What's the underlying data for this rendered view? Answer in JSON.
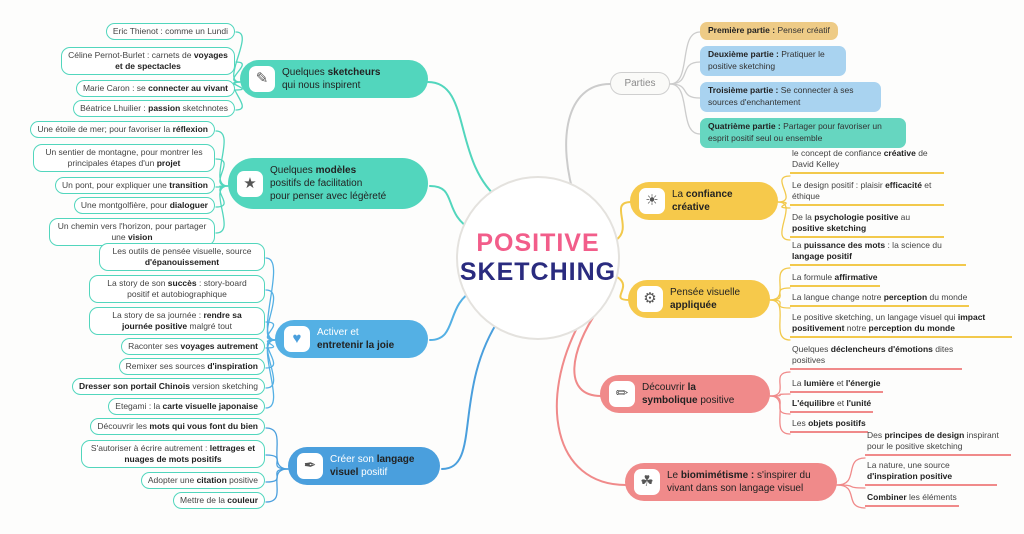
{
  "title": {
    "line1": "POSITIVE",
    "line2": "SKETCHING"
  },
  "colors": {
    "teal": "#52d6bd",
    "blue": "#54b0e4",
    "blue_dark": "#4a9fdd",
    "yellow": "#f6c94b",
    "salmon": "#f08a8a",
    "center_pink": "#f25d8a",
    "center_navy": "#2a2b7f",
    "parties_tan": "#eecb86",
    "parties_light_blue": "#a9d3f0",
    "parties_teal": "#66d6c0"
  },
  "left_branches": [
    {
      "label": "Quelques <b>sketcheurs</b><br>qui nous inspirent",
      "icon_glyph": "✎",
      "leaves": [
        "Eric Thienot : comme un Lundi",
        "Céline Pernot-Burlet : carnets de <b>voyages et de spectacles</b>",
        "Marie Caron : se <b>connecter au vivant</b>",
        "Béatrice Lhuilier : <b>passion</b> sketchnotes"
      ]
    },
    {
      "label": "Quelques <b>modèles</b><br>positifs de facilitation<br>pour penser avec légèreté",
      "icon_glyph": "★",
      "leaves": [
        "Une étoile de mer; pour favoriser la <b>réflexion</b>",
        "Un sentier de montagne, pour montrer les principales étapes d'un <b>projet</b>",
        "Un pont, pour expliquer une <b>transition</b>",
        "Une montgolfière, pour <b>dialoguer</b>",
        "Un chemin vers l'horizon, pour partager une <b>vision</b>"
      ]
    },
    {
      "label": "Activer et<br><b>entretenir la joie</b>",
      "icon_glyph": "♥",
      "leaves": [
        "Les outils de pensée visuelle, source <b>d'épanouissement</b>",
        "La story de son <b>succès</b> : story-board positif et autobiographique",
        "La story de sa journée : <b>rendre sa journée positive</b> malgré tout",
        "Raconter ses <b>voyages autrement</b>",
        "Remixer ses sources <b>d'inspiration</b>",
        "<b>Dresser son portail Chinois</b> version sketching",
        "Etegami : la <b>carte visuelle japonaise</b>"
      ]
    },
    {
      "label": "Créer son <b>langage</b><br><b>visuel</b> positif",
      "icon_glyph": "✒",
      "leaves": [
        "Découvrir les <b>mots qui vous font du bien</b>",
        "S'autoriser à écrire autrement : <b>lettrages et nuages de mots positifs</b>",
        "Adopter une <b>citation</b> positive",
        "Mettre de la <b>couleur</b>"
      ]
    }
  ],
  "right_branches": [
    {
      "label": "Parties",
      "leaves": [
        {
          "text": "<b>Première partie :</b> Penser créatif",
          "color": "#eecb86"
        },
        {
          "text": "<b>Deuxième partie :</b> Pratiquer le positive sketching",
          "color": "#a9d3f0"
        },
        {
          "text": "<b>Troisième partie :</b> Se connecter à ses sources d'enchantement",
          "color": "#a9d3f0"
        },
        {
          "text": "<b>Quatrième partie :</b> Partager pour favoriser un esprit positif seul ou ensemble",
          "color": "#66d6c0"
        }
      ]
    },
    {
      "label": "La <b>confiance</b><br><b>créative</b>",
      "icon_glyph": "☀",
      "leaves": [
        "le concept de confiance <b>créative</b> de David Kelley",
        "Le design positif : plaisir <b>efficacité</b> et éthique",
        "De la <b>psychologie positive</b> au <b>positive sketching</b>"
      ]
    },
    {
      "label": "Pensée visuelle<br><b>appliquée</b>",
      "icon_glyph": "⚙",
      "leaves": [
        "La <b>puissance des mots</b> : la science du <b>langage positif</b>",
        "La formule <b>affirmative</b>",
        "La langue change notre <b>perception</b> du monde",
        "Le positive sketching, un langage visuel qui <b>impact positivement</b> notre <b>perception du monde</b>"
      ]
    },
    {
      "label": "Découvrir <b>la</b><br><b>symbolique</b> positive",
      "icon_glyph": "✏",
      "leaves": [
        "Quelques <b>déclencheurs d'émotions</b> dites positives",
        "La <b>lumière</b> et <b>l'énergie</b>",
        "<b>L'équilibre</b> et <b>l'unité</b>",
        "Les <b>objets positifs</b>"
      ]
    },
    {
      "label": "Le <b>biomimétisme :</b> s'inspirer du<br>vivant dans son langage visuel",
      "icon_glyph": "☘",
      "leaves": [
        "Des <b>principes de design</b> inspirant pour le positive sketching",
        "La nature, une source <b>d'inspiration positive</b>",
        "<b>Combiner</b> les éléments"
      ]
    }
  ]
}
